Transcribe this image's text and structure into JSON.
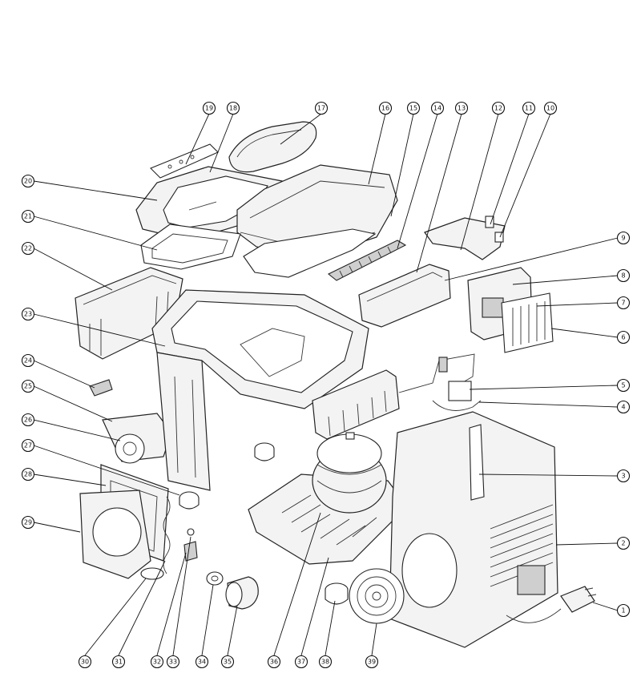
{
  "callouts": [
    {
      "id": "1",
      "label": "1"
    },
    {
      "id": "2",
      "label": "2"
    },
    {
      "id": "3",
      "label": "3"
    },
    {
      "id": "4",
      "label": "4"
    },
    {
      "id": "5",
      "label": "5"
    },
    {
      "id": "6",
      "label": "6"
    },
    {
      "id": "7",
      "label": "7"
    },
    {
      "id": "8",
      "label": "8"
    },
    {
      "id": "9",
      "label": "9"
    },
    {
      "id": "10",
      "label": "10"
    },
    {
      "id": "11",
      "label": "11"
    },
    {
      "id": "12",
      "label": "12"
    },
    {
      "id": "13",
      "label": "13"
    },
    {
      "id": "14",
      "label": "14"
    },
    {
      "id": "15",
      "label": "15"
    },
    {
      "id": "16",
      "label": "16"
    },
    {
      "id": "17",
      "label": "17"
    },
    {
      "id": "18",
      "label": "18"
    },
    {
      "id": "19",
      "label": "19"
    },
    {
      "id": "20",
      "label": "20"
    },
    {
      "id": "21",
      "label": "21"
    },
    {
      "id": "22",
      "label": "22"
    },
    {
      "id": "23",
      "label": "23"
    },
    {
      "id": "24",
      "label": "24"
    },
    {
      "id": "25",
      "label": "25"
    },
    {
      "id": "26",
      "label": "26"
    },
    {
      "id": "27",
      "label": "27"
    },
    {
      "id": "28",
      "label": "28"
    },
    {
      "id": "29",
      "label": "29"
    },
    {
      "id": "30",
      "label": "30"
    },
    {
      "id": "31",
      "label": "31"
    },
    {
      "id": "32",
      "label": "32"
    },
    {
      "id": "33",
      "label": "33"
    },
    {
      "id": "34",
      "label": "34"
    },
    {
      "id": "35",
      "label": "35"
    },
    {
      "id": "36",
      "label": "36"
    },
    {
      "id": "37",
      "label": "37"
    },
    {
      "id": "38",
      "label": "38"
    },
    {
      "id": "39",
      "label": "39"
    }
  ]
}
